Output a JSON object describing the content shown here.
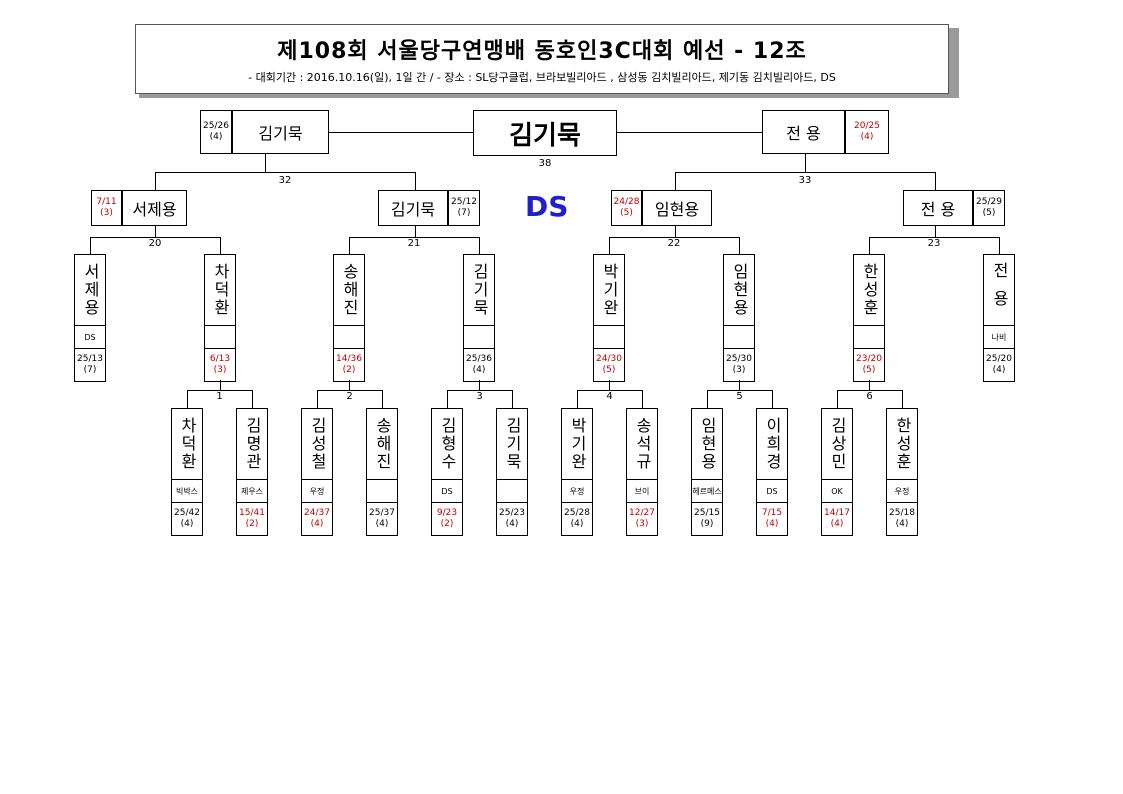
{
  "title": "제108회 서울당구연맹배 동호인3C대회 예선 - 12조",
  "subtitle": "- 대회기간 : 2016.10.16(일), 1일 간 / - 장소 : SL당구클럽, 브라보빌리아드 , 삼성동 김치빌리아드, 제기동 김치빌리아드, DS",
  "venue_mark": "DS",
  "final": {
    "winner": "김기묵",
    "number": "38",
    "left": {
      "name": "김기묵",
      "score": "25/26",
      "inn": "(4)",
      "red": false
    },
    "right": {
      "name": "전 용",
      "score": "20/25",
      "inn": "(4)",
      "red": true
    }
  },
  "semis": [
    {
      "number": "32",
      "left": {
        "name": "서제용",
        "score": "7/11",
        "inn": "(3)",
        "red": true
      },
      "right": {
        "name": "김기묵",
        "score": "25/12",
        "inn": "(7)",
        "red": false
      }
    },
    {
      "number": "33",
      "left": {
        "name": "임현용",
        "score": "24/28",
        "inn": "(5)",
        "red": true
      },
      "right": {
        "name": "전 용",
        "score": "25/29",
        "inn": "(5)",
        "red": false
      }
    }
  ],
  "quarters": [
    {
      "number": "20",
      "left": {
        "name": "서제용",
        "club": "DS",
        "score": "25/13",
        "inn": "(7)",
        "red": false
      },
      "right": {
        "name": "차덕환",
        "club": "",
        "score": "6/13",
        "inn": "(3)",
        "red": true
      }
    },
    {
      "number": "21",
      "left": {
        "name": "송해진",
        "club": "",
        "score": "14/36",
        "inn": "(2)",
        "red": true
      },
      "right": {
        "name": "김기묵",
        "club": "",
        "score": "25/36",
        "inn": "(4)",
        "red": false
      }
    },
    {
      "number": "22",
      "left": {
        "name": "박기완",
        "club": "",
        "score": "24/30",
        "inn": "(5)",
        "red": true
      },
      "right": {
        "name": "임현용",
        "club": "",
        "score": "25/30",
        "inn": "(3)",
        "red": false
      }
    },
    {
      "number": "23",
      "left": {
        "name": "한성훈",
        "club": "",
        "score": "23/20",
        "inn": "(5)",
        "red": true
      },
      "right": {
        "name": "전 용",
        "club": "나비",
        "score": "25/20",
        "inn": "(4)",
        "red": false
      }
    }
  ],
  "firsts": [
    {
      "number": "1",
      "left": {
        "name": "차덕환",
        "club": "빅박스",
        "score": "25/42",
        "inn": "(4)",
        "red": false
      },
      "right": {
        "name": "김명관",
        "club": "제우스",
        "score": "15/41",
        "inn": "(2)",
        "red": true
      }
    },
    {
      "number": "2",
      "left": {
        "name": "김성철",
        "club": "우정",
        "score": "24/37",
        "inn": "(4)",
        "red": true
      },
      "right": {
        "name": "송해진",
        "club": "",
        "score": "25/37",
        "inn": "(4)",
        "red": false
      }
    },
    {
      "number": "3",
      "left": {
        "name": "김형수",
        "club": "DS",
        "score": "9/23",
        "inn": "(2)",
        "red": true
      },
      "right": {
        "name": "김기묵",
        "club": "",
        "score": "25/23",
        "inn": "(4)",
        "red": false
      }
    },
    {
      "number": "4",
      "left": {
        "name": "박기완",
        "club": "우정",
        "score": "25/28",
        "inn": "(4)",
        "red": false
      },
      "right": {
        "name": "송석규",
        "club": "브이",
        "score": "12/27",
        "inn": "(3)",
        "red": true
      }
    },
    {
      "number": "5",
      "left": {
        "name": "임현용",
        "club": "헤르메스",
        "score": "25/15",
        "inn": "(9)",
        "red": false
      },
      "right": {
        "name": "이희경",
        "club": "DS",
        "score": "7/15",
        "inn": "(4)",
        "red": true
      }
    },
    {
      "number": "6",
      "left": {
        "name": "김상민",
        "club": "OK",
        "score": "14/17",
        "inn": "(4)",
        "red": true
      },
      "right": {
        "name": "한성훈",
        "club": "우정",
        "score": "25/18",
        "inn": "(4)",
        "red": false
      }
    }
  ]
}
